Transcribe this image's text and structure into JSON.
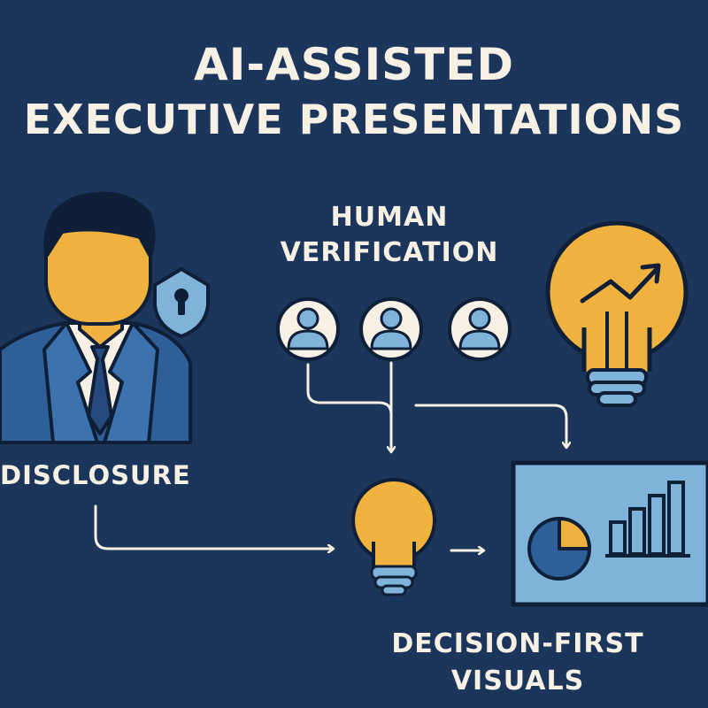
{
  "title": {
    "line1": "AI-ASSISTED",
    "line2": "EXECUTIVE PRESENTATIONS"
  },
  "labels": {
    "human_verification_line1": "HUMAN",
    "human_verification_line2": "VERIFICATION",
    "disclosure": "DISCLOSURE",
    "decision_first_line1": "DECISION-FIRST",
    "decision_first_line2": "VISUALS"
  },
  "colors": {
    "background": "#1c355a",
    "text": "#f6f1e4",
    "accent_yellow": "#f0b23f",
    "accent_blue": "#7fb3da",
    "suit_blue": "#2f5f98",
    "outline": "#0f1f38"
  },
  "icons": [
    "executive-person-icon",
    "shield-lock-icon",
    "reviewer-avatar-icon",
    "lightbulb-growth-icon",
    "lightbulb-icon",
    "dashboard-chart-icon"
  ]
}
